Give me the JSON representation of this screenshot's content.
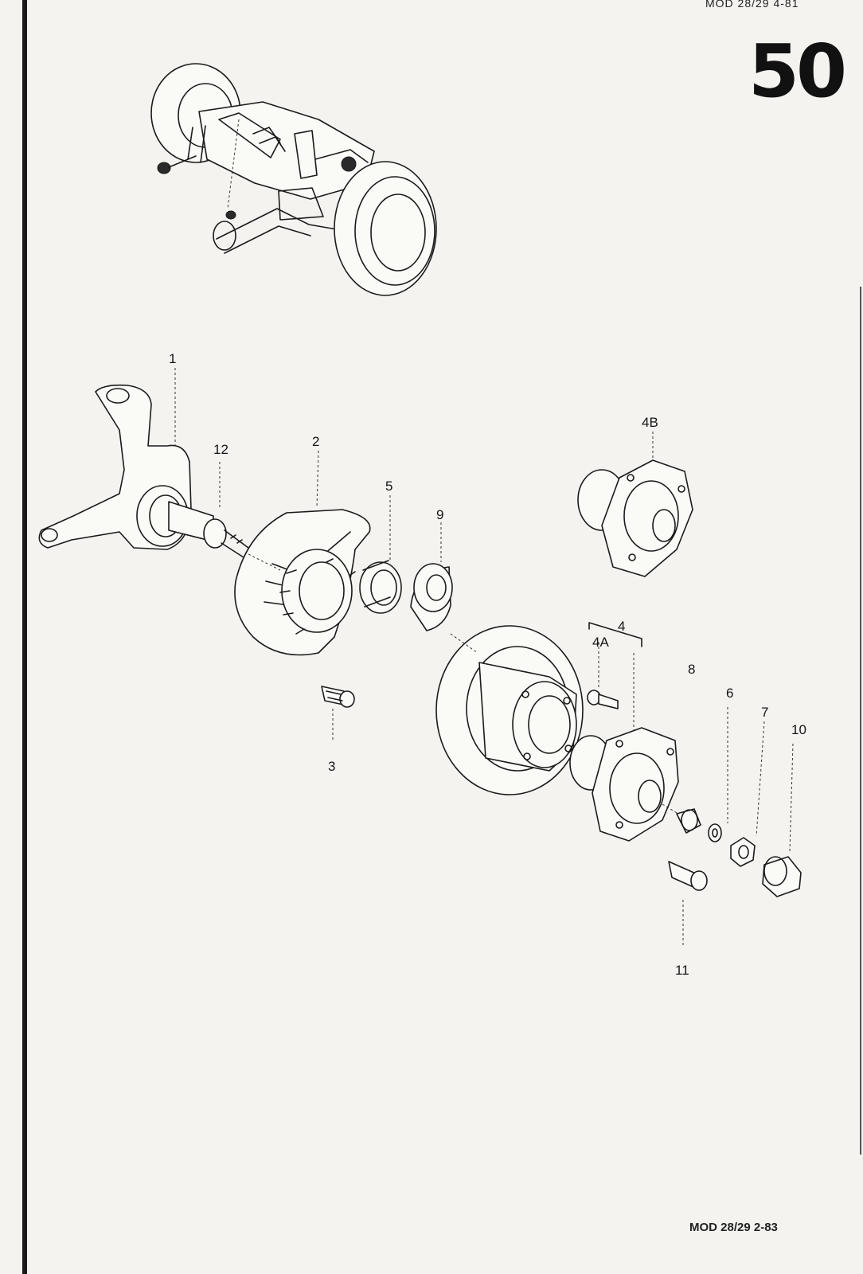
{
  "header": {
    "top_code": "MOD 28/29  4-81",
    "page_number": "50"
  },
  "footer": {
    "bottom_code": "MOD 28/29  2-83"
  },
  "callouts": {
    "c1": "1",
    "c12": "12",
    "c2": "2",
    "c5": "5",
    "c9": "9",
    "c3": "3",
    "c4B": "4B",
    "c4": "4",
    "c4A": "4A",
    "c8": "8",
    "c6": "6",
    "c7": "7",
    "c10": "10",
    "c11": "11"
  }
}
